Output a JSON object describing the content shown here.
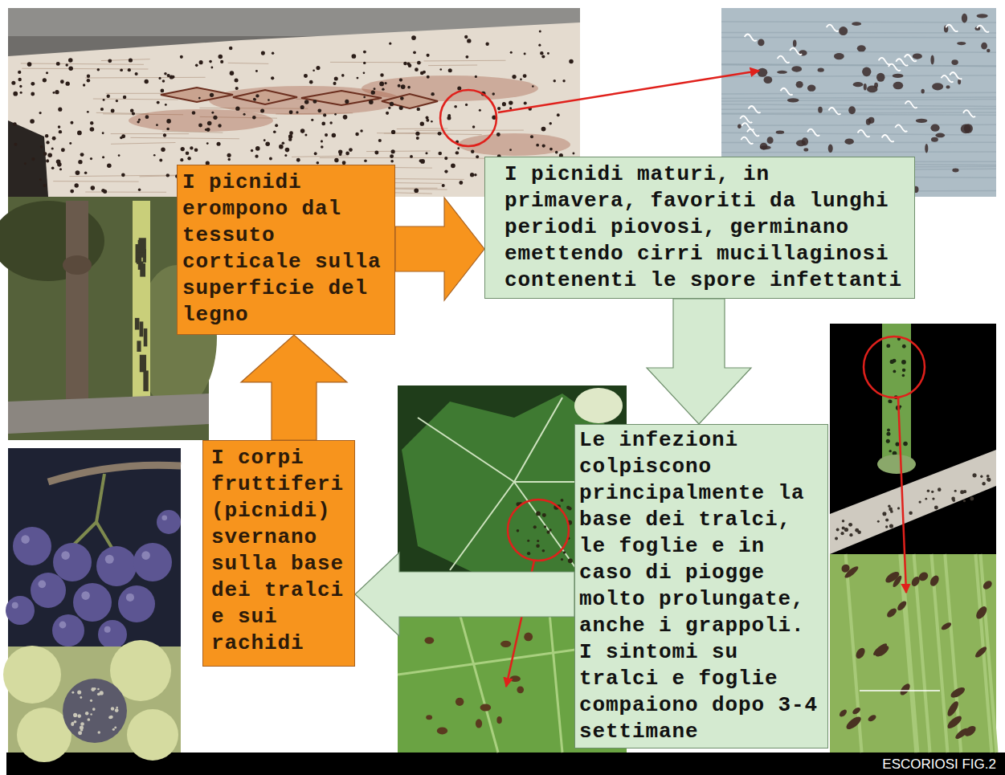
{
  "diagram": {
    "nodes": [
      {
        "text": [
          "I picnidi erompono dal tessuto corticale sulla superficie del legno"
        ]
      },
      {
        "text": [
          "I picnidi maturi, in primavera, favoriti da lunghi periodi piovosi, germinano emettendo cirri mucillaginosi contenenti le spore infettanti"
        ]
      },
      {
        "text": [
          "Le infezioni colpiscono principalmente la base dei tralci, le foglie e in caso di piogge molto prolungate, anche i grappoli. I sintomi su tralci e foglie compaiono dopo 3-4 settimane"
        ]
      },
      {
        "text": [
          "I corpi fruttiferi (picnidi) svernano sulla base dei tralci e sui rachidi"
        ]
      }
    ],
    "edges": [
      {
        "from": 0,
        "to": 1,
        "arrow": "to"
      },
      {
        "from": 1,
        "to": 2,
        "arrow": "to"
      },
      {
        "from": 2,
        "to": 3,
        "arrow": "to"
      },
      {
        "from": 3,
        "to": 0,
        "arrow": "to"
      }
    ],
    "labels": [
      "ESCORIOSI FIG.2"
    ]
  }
}
